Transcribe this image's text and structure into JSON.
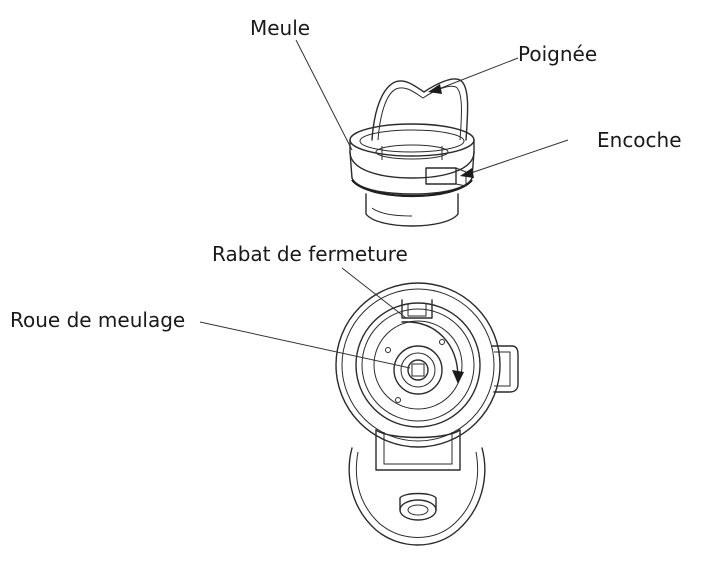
{
  "labels": {
    "meule": "Meule",
    "poignee": "Poignée",
    "encoche": "Encoche",
    "rabat": "Rabat de fermeture",
    "roue": "Roue de meulage"
  }
}
